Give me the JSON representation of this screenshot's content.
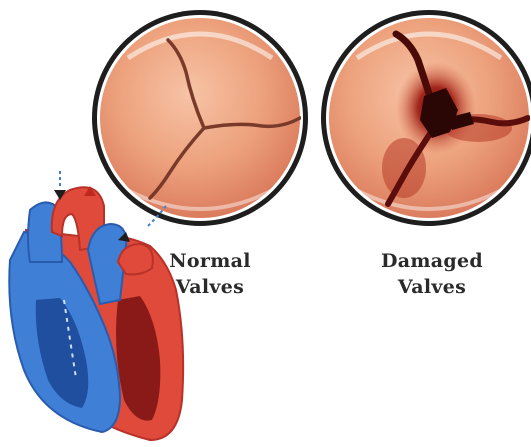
{
  "labels": {
    "normal": {
      "line1": "Normal",
      "line2": "Valves"
    },
    "damaged": {
      "line1": "Damaged",
      "line2": "Valves"
    }
  },
  "colors": {
    "valve_tissue": "#e8956f",
    "valve_rim": "#1e1e1e",
    "damage": "#7a1410",
    "heart_red": "#e04a3a",
    "heart_blue": "#3f7fd6",
    "label_text": "#2a2a2a"
  },
  "icons": [
    "normal-valve-illustration",
    "damaged-valve-illustration",
    "heart-cross-section-illustration",
    "blood-flow-arrow-icon"
  ]
}
